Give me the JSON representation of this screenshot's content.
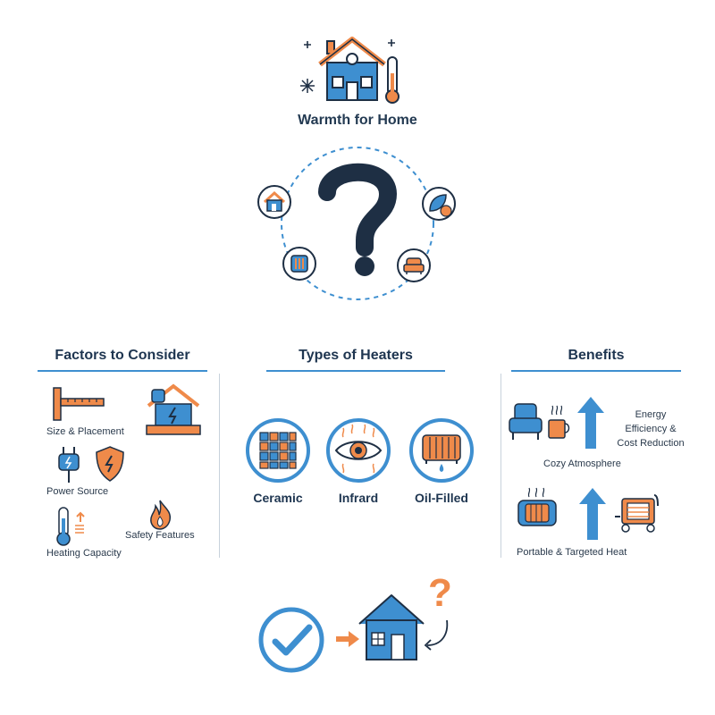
{
  "header": {
    "title": "Warmth for Home"
  },
  "factors": {
    "heading": "Factors to Consider",
    "items": [
      "Size & Placement",
      "Power Source",
      "Heating Capacity",
      "Safety Features"
    ]
  },
  "types": {
    "heading": "Types of Heaters",
    "items": [
      "Ceramic",
      "Infrard",
      "Oil-Filled"
    ]
  },
  "benefits": {
    "heading": "Benefits",
    "energy_line1": "Energy",
    "energy_line2": "Efficiency &",
    "energy_line3": "Cost Reduction",
    "cozy": "Cozy Atmosphere",
    "portable": "Portable & Targeted Heat"
  },
  "footer": {
    "question_mark": "?"
  },
  "colors": {
    "blue": "#3e8fd0",
    "navy": "#1e2f44",
    "orange": "#ef8a4a"
  }
}
